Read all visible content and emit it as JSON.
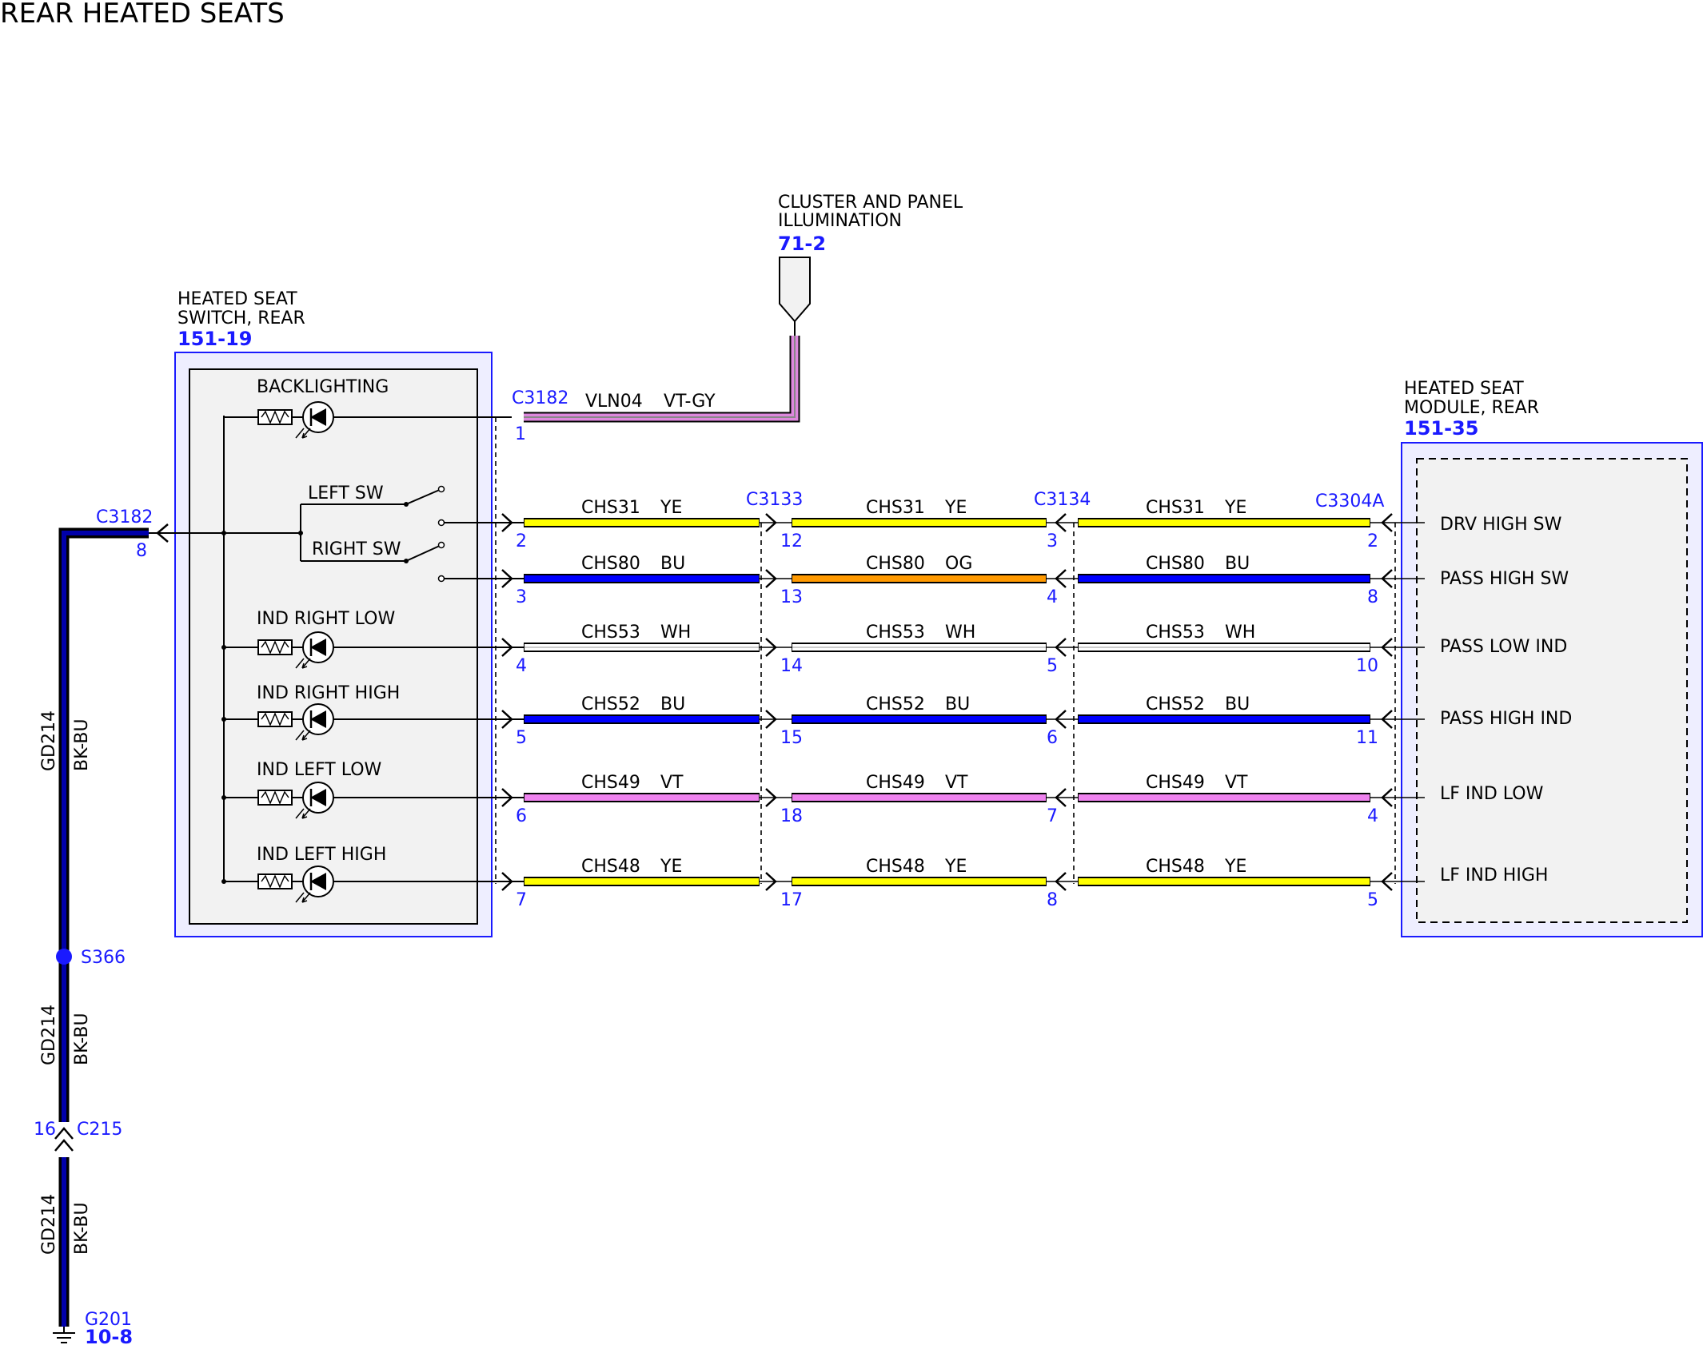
{
  "title": "REAR HEATED SEATS",
  "colors": {
    "YE": "#ffff00",
    "BU": "#0000ff",
    "OG": "#ff9900",
    "WH": "#ffffff",
    "VT": "#ee82ee",
    "BK-BU": "#0000aa",
    "connector": "#1a1aff",
    "box": "#f2f2f2"
  },
  "cluster": {
    "line1": "CLUSTER AND PANEL",
    "line2": "ILLUMINATION",
    "ref": "71-2"
  },
  "switch_box": {
    "line1": "HEATED SEAT",
    "line2": "SWITCH, REAR",
    "ref": "151-19"
  },
  "module_box": {
    "line1": "HEATED SEAT",
    "line2": "MODULE, REAR",
    "ref": "151-35"
  },
  "internal_labels": {
    "backlighting": "BACKLIGHTING",
    "left_sw": "LEFT SW",
    "right_sw": "RIGHT SW",
    "ind_right_low": "IND RIGHT LOW",
    "ind_right_high": "IND RIGHT HIGH",
    "ind_left_low": "IND LEFT LOW",
    "ind_left_high": "IND LEFT HIGH"
  },
  "connectors": {
    "c3182_top": "C3182",
    "c3182_left": "C3182",
    "c3133": "C3133",
    "c3134": "C3134",
    "c3304a": "C3304A",
    "c215": "C215",
    "s366": "S366",
    "g201": "G201",
    "g201_ref": "10-8"
  },
  "illum_wire": {
    "circuit": "VLN04",
    "color": "VT-GY",
    "pin": "1"
  },
  "ground_wire": {
    "circuit": "GD214",
    "color": "BK-BU",
    "pin_c3182": "8",
    "pin_c215": "16"
  },
  "rows": [
    {
      "module_label": "DRV HIGH SW",
      "segs": [
        {
          "circuit": "CHS31",
          "color": "YE"
        },
        {
          "circuit": "CHS31",
          "color": "YE"
        },
        {
          "circuit": "CHS31",
          "color": "YE"
        }
      ],
      "pins": [
        "2",
        "12",
        "3",
        "2"
      ]
    },
    {
      "module_label": "PASS HIGH SW",
      "segs": [
        {
          "circuit": "CHS80",
          "color": "BU"
        },
        {
          "circuit": "CHS80",
          "color": "OG"
        },
        {
          "circuit": "CHS80",
          "color": "BU"
        }
      ],
      "pins": [
        "3",
        "13",
        "4",
        "8"
      ]
    },
    {
      "module_label": "PASS LOW IND",
      "segs": [
        {
          "circuit": "CHS53",
          "color": "WH"
        },
        {
          "circuit": "CHS53",
          "color": "WH"
        },
        {
          "circuit": "CHS53",
          "color": "WH"
        }
      ],
      "pins": [
        "4",
        "14",
        "5",
        "10"
      ]
    },
    {
      "module_label": "PASS HIGH IND",
      "segs": [
        {
          "circuit": "CHS52",
          "color": "BU"
        },
        {
          "circuit": "CHS52",
          "color": "BU"
        },
        {
          "circuit": "CHS52",
          "color": "BU"
        }
      ],
      "pins": [
        "5",
        "15",
        "6",
        "11"
      ]
    },
    {
      "module_label": "LF IND LOW",
      "segs": [
        {
          "circuit": "CHS49",
          "color": "VT"
        },
        {
          "circuit": "CHS49",
          "color": "VT"
        },
        {
          "circuit": "CHS49",
          "color": "VT"
        }
      ],
      "pins": [
        "6",
        "18",
        "7",
        "4"
      ]
    },
    {
      "module_label": "LF IND HIGH",
      "segs": [
        {
          "circuit": "CHS48",
          "color": "YE"
        },
        {
          "circuit": "CHS48",
          "color": "YE"
        },
        {
          "circuit": "CHS48",
          "color": "YE"
        }
      ],
      "pins": [
        "7",
        "17",
        "8",
        "5"
      ]
    }
  ]
}
